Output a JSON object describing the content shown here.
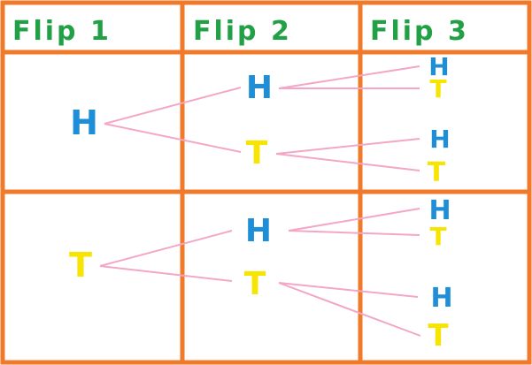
{
  "headers": [
    "Flip 1",
    "Flip 2",
    "Flip 3"
  ],
  "outcomes": {
    "heads": "H",
    "tails": "T"
  },
  "colors": {
    "grid": "#f07a2a",
    "header_text": "#22a045",
    "heads": "#1e8fd6",
    "tails": "#f7e400",
    "branch": "#f4a6c6",
    "background": "#ffffff"
  },
  "tree": {
    "flip1": [
      "H",
      "T"
    ],
    "flip2": [
      "H",
      "T",
      "H",
      "T"
    ],
    "flip3": [
      "H",
      "T",
      "H",
      "T",
      "H",
      "T",
      "H",
      "T"
    ]
  }
}
